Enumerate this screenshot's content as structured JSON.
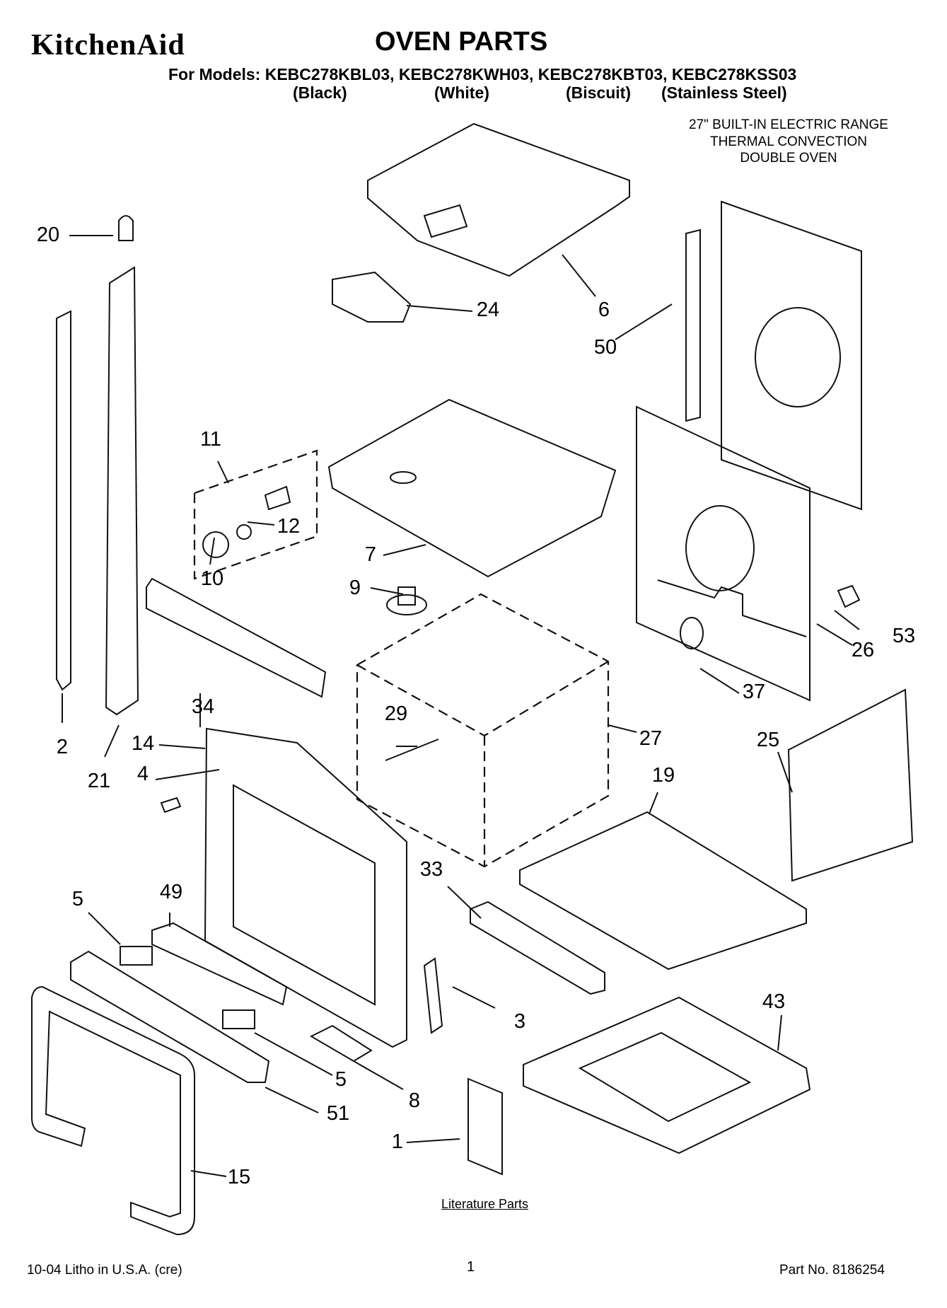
{
  "header": {
    "brand": "KitchenAid",
    "title": "OVEN PARTS",
    "models": "For Models: KEBC278KBL03, KEBC278KWH03, KEBC278KBT03, KEBC278KSS03",
    "finishes": [
      "(Black)",
      "(White)",
      "(Biscuit)",
      "(Stainless Steel)"
    ]
  },
  "description": [
    "27\" BUILT-IN ELECTRIC RANGE",
    "THERMAL CONVECTION",
    "DOUBLE OVEN"
  ],
  "callouts": [
    "20",
    "24",
    "6",
    "50",
    "11",
    "12",
    "10",
    "7",
    "9",
    "34",
    "53",
    "26",
    "2",
    "21",
    "14",
    "4",
    "29",
    "27",
    "37",
    "25",
    "19",
    "33",
    "5",
    "49",
    "43",
    "3",
    "5",
    "8",
    "51",
    "1",
    "15"
  ],
  "literature_label": "Literature Parts",
  "footer": {
    "left": "10-04 Litho in U.S.A. (cre)",
    "page": "1",
    "part_no": "Part No. 8186254"
  }
}
